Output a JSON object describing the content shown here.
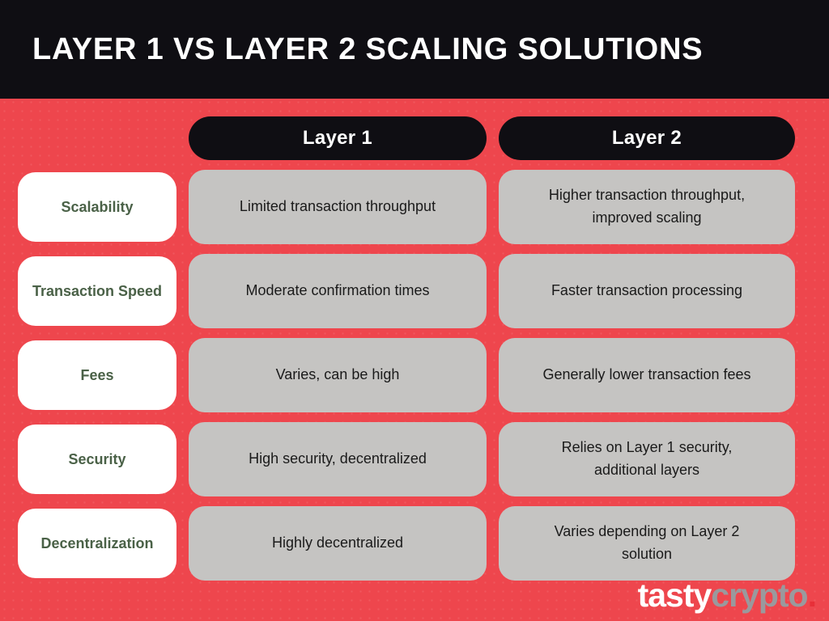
{
  "header": {
    "title": "LAYER 1 VS LAYER 2 SCALING SOLUTIONS"
  },
  "table": {
    "column_headers": [
      "Layer 1",
      "Layer 2"
    ],
    "rows": [
      {
        "label": "Scalability",
        "layer1": "Limited transaction throughput",
        "layer2": "Higher transaction throughput, improved scaling"
      },
      {
        "label": "Transaction Speed",
        "layer1": "Moderate confirmation times",
        "layer2": "Faster transaction processing"
      },
      {
        "label": "Fees",
        "layer1": "Varies, can be high",
        "layer2": "Generally lower transaction fees"
      },
      {
        "label": "Security",
        "layer1": "High security, decentralized",
        "layer2": "Relies on Layer 1 security, additional layers"
      },
      {
        "label": "Decentralization",
        "layer1": "Highly decentralized",
        "layer2": "Varies depending on Layer 2 solution"
      }
    ]
  },
  "branding": {
    "logo_text_primary": "tasty",
    "logo_text_secondary": "crypto",
    "logo_dot": "."
  },
  "colors": {
    "background_red": "#ee464d",
    "panel_black": "#0f0e13",
    "cell_gray": "#c5c4c2",
    "label_green": "#4a6147",
    "label_bg_white": "#ffffff",
    "cell_text": "#1a1a1a",
    "logo_gray": "#9a999d",
    "logo_dot_red": "#e82f38"
  },
  "chart_data": {
    "type": "table",
    "title": "LAYER 1 VS LAYER 2 SCALING SOLUTIONS",
    "columns": [
      "",
      "Layer 1",
      "Layer 2"
    ],
    "rows": [
      [
        "Scalability",
        "Limited transaction throughput",
        "Higher transaction throughput, improved scaling"
      ],
      [
        "Transaction Speed",
        "Moderate confirmation times",
        "Faster transaction processing"
      ],
      [
        "Fees",
        "Varies, can be high",
        "Generally lower transaction fees"
      ],
      [
        "Security",
        "High security, decentralized",
        "Relies on Layer 1 security, additional layers"
      ],
      [
        "Decentralization",
        "Highly decentralized",
        "Varies depending on Layer 2 solution"
      ]
    ]
  }
}
